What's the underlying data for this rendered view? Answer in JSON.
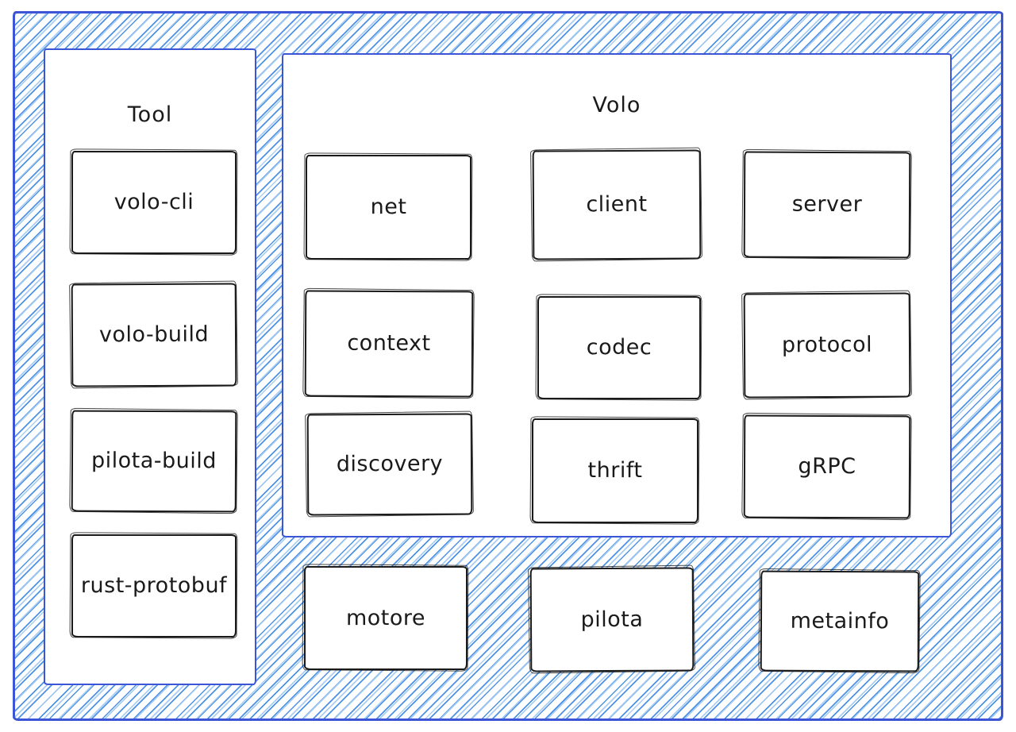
{
  "tool_panel": {
    "title": "Tool",
    "boxes": [
      "volo-cli",
      "volo-build",
      "pilota-build",
      "rust-protobuf"
    ]
  },
  "volo_panel": {
    "title": "Volo",
    "boxes": [
      "net",
      "client",
      "server",
      "context",
      "codec",
      "protocol",
      "discovery",
      "thrift",
      "gRPC"
    ]
  },
  "standalone_boxes": [
    "motore",
    "pilota",
    "metainfo"
  ],
  "colors": {
    "frame_border": "#3b55d6",
    "hatch_primary": "#4d92e4",
    "hatch_secondary": "#a6cbf2",
    "box_border": "#1a1a1a",
    "text": "#1a1a1a",
    "panel_background": "#ffffff"
  }
}
